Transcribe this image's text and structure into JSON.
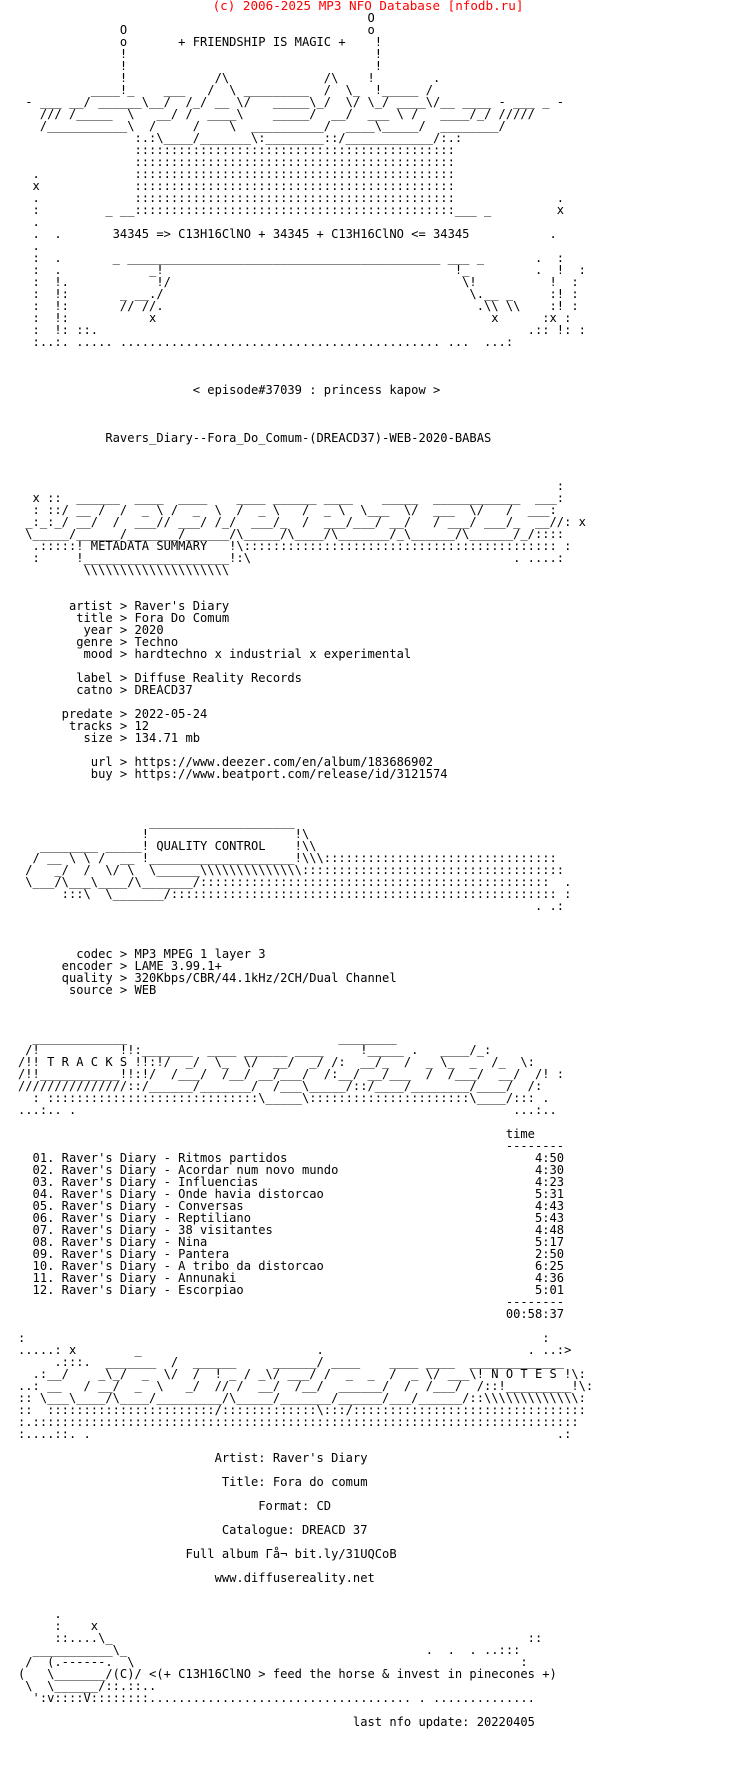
{
  "header": {
    "copyright": "(c) 2006-2025 MP3 NFO Database [nfodb.ru]"
  },
  "nfo_lines": [
    "                                                O",
    "              O                                 o",
    "              o       + FRIENDSHIP IS MAGIC +    !",
    "              !                                  !",
    "              !                                  !",
    "              !            /\\             /\\    !        .",
    "          ____!_    ___   /  \\ _________  /  \\_  !_____ /",
    " - ___ __/ ______\\__/  /_/ __ \\/   _____\\_/  \\/ \\_/ ____\\/__ ____ - ___ _ -",
    "   /// /_____  \\   __/ /  ____\\    _____/  __/  ___ \\ /   ____/_/ /////",
    "   /___________\\  /     /    \\  __________/  ____\\_____/  ________/",
    "                :.:\\____/_______\\:________::/____________/:.:",
    "                ::::::::::::::::::::::::::::::::::::::::::::",
    "                ::::::::::::::::::::::::::::::::::::::::::::",
    "  .             ::::::::::::::::::::::::::::::::::::::::::::",
    "  x             ::::::::::::::::::::::::::::::::::::::::::::",
    "  .             ::::::::::::::::::::::::::::::::::::::::::::              .",
    "  :         _ __::::::::::::::::::::::::::::::::::::::::::::___ _         x",
    "  .",
    "  .  .       34345 => C13H16ClNO + 34345 + C13H16ClNO <= 34345           .",
    "  .",
    "  :  .       _ ___________________________________________ ___ _       .  :",
    "  :  .            _!                                        !_         .  !  :",
    "  :  !.            !/                                        \\!          !  :",
    "  :  !:       _ __./                                          \\.__ _     :! :",
    "  :  !:       // //.                                           .\\\\ \\\\    :! :",
    "  :  !:           x                                              x      :x :",
    "  :  !: ::.                                                           .:: !: :",
    "  :..:. ..... ............................................ ...  ...:",
    "",
    "",
    "",
    "                        < episode#37039 : princess kapow >",
    "",
    "",
    "",
    "            Ravers_Diary--Fora_Do_Comum-(DREACD37)-WEB-2020-BABAS",
    "",
    "",
    "",
    "                                                                          :",
    "  x ::  ______  ____  ____    ____ ______ ____    _____  ____________  ___:",
    "  : ::/ __ /  /  _ \\ /  _  \\  /  _ \\   /  _ \\  \\___  \\/  ___  \\/   /  ___:",
    " _:_:_/ __/  /  ___// ___/ /_/  ___/_  /  ___/___/ __/   / ___/ ___/_  __//: x",
    " \\_____/______/_______/______/\\_____/\\____/\\_______/_\\______/\\______/_/::::",
    "  .:::::! METADATA SUMMARY   !\\::::::::::::::::::::::::::::::::::::::::::: :",
    "  :     !____________________!:\\                                    . ....:",
    "         \\\\\\\\\\\\\\\\\\\\\\\\\\\\\\\\\\\\\\\\",
    "",
    "",
    "       artist > Raver's Diary",
    "        title > Fora Do Comum",
    "         year > 2020",
    "        genre > Techno",
    "         mood > hardtechno x industrial x experimental",
    "",
    "        label > Diffuse Reality Records",
    "        catno > DREACD37",
    "",
    "      predate > 2022-05-24",
    "       tracks > 12",
    "         size > 134.71 mb",
    "",
    "          url > https://www.deezer.com/en/album/183686902",
    "          buy > https://www.beatport.com/release/id/3121574",
    "",
    "",
    "",
    "                  ____________________",
    "                 !                    !\\",
    "   ________ _____! QUALITY CONTROL    !\\\\",
    "  / __ \\ \\ /  __ !____________________!\\\\\\::::::::::::::::::::::::::::::::",
    " /   _/  /  \\/ \\  \\______\\\\\\\\\\\\\\\\\\\\\\\\\\\\::::::::::::::::::::::::::::::::::::",
    " \\___/\\___\\____/\\_______/::::::::::::::::::::::::::::::::::::::::::::::::  .",
    "      :::\\  \\_______/::::::::::::::::::::::::::::::::::::::::::::::::::::: :",
    "                                                                       . .:",
    "",
    "",
    "",
    "        codec > MP3 MPEG 1 layer 3",
    "      encoder > LAME 3.99.1+",
    "      quality > 320Kbps/CBR/44.1kHz/2CH/Dual Channel",
    "       source > WEB",
    "",
    "",
    "",
    "  _____________                             ________",
    " /!           !!:_______  ____ ______ ____     !_____ .   ____/_:",
    "/!! T R A C K S !!:!/  _/  \\_  \\/  __/  _/ /:  __/_  /  _ \\_  _  /_  \\:",
    "/!!___________!!:!/  /___/  /__/ __/___/  /:__/ __/___  /  /___/  __/  /! :",
    "///////////////::/______/_______/  /___\\_____/::/____/________/____/  /:",
    "  : :::::::::::::::::::::::::::::\\_____\\::::::::::::::::::::::\\____/::: .",
    "...:.. .                                                            ...:..",
    "",
    "                                                                   time",
    "                                                                   --------",
    "  01. Raver's Diary - Ritmos partidos                                  4:50",
    "  02. Raver's Diary - Acordar num novo mundo                           4:30",
    "  03. Raver's Diary - Influencias                                      4:23",
    "  04. Raver's Diary - Onde havia distorcao                             5:31",
    "  05. Raver's Diary - Conversas                                        4:43",
    "  06. Raver's Diary - Reptiliano                                       5:43",
    "  07. Raver's Diary - 38 visitantes                                    4:48",
    "  08. Raver's Diary - Nina                                             5:17",
    "  09. Raver's Diary - Pantera                                          2:50",
    "  10. Raver's Diary - A tribo da distorcao                             6:25",
    "  11. Raver's Diary - Annunaki                                         4:36",
    "  12. Raver's Diary - Escorpiao                                        5:01",
    "                                                                   --------",
    "                                                                   00:58:37",
    "",
    ":                                                                       :",
    ".....: x        _                        .                            . ..:>",
    "     .:::.  _______  /  ______     ______/ ____    ____ ____  _____________",
    "  .:__/    _\\_/  _  \\/  /  ! _ / _\\/ ___/ /  _  _  /  _ \\/ ___\\! N O T E S !\\:",
    "..: __   / __/  _  \\   _/  // /  __/  /__/  ______/  /  /___/  /::!_________!\\:",
    ":: \\___\\____/\\____/_________/\\_____/_______/______/___/______/::\\\\\\\\\\\\\\\\\\\\\\\\\\:",
    "::  :::::::::::::::::::::::/:::::::::::::\\:::/::::::::::::::::::::::::::::::::",
    ":.:::::::::::::::::::::::::::::::::::::::::::::::::::::::::::::::::::::::::::",
    ":....::. .                                                                .:"
  ],
  "notes": {
    "lines": [
      "Artist: Raver's Diary",
      "Title: Fora do comum",
      "Format: CD",
      "Catalogue: DREACD 37",
      "Full album Γå¬ bit.ly/31UQCoB",
      "www.diffusereality.net"
    ]
  },
  "footer_lines": [
    "     .",
    "     :    x",
    "     ::....\\_                                                         ::",
    "  ___________\\_                                         .  .  . ..:::",
    " /  (.------.  \\                                                     :",
    "(   \\_______/(C)/ <(+ C13H16ClNO > feed the horse & invest in pinecones +)",
    " \\  \\______/::.::..",
    "  ':v::::V::::::::.................................... . ..............",
    "",
    "                                              last nfo update: 20220405"
  ]
}
